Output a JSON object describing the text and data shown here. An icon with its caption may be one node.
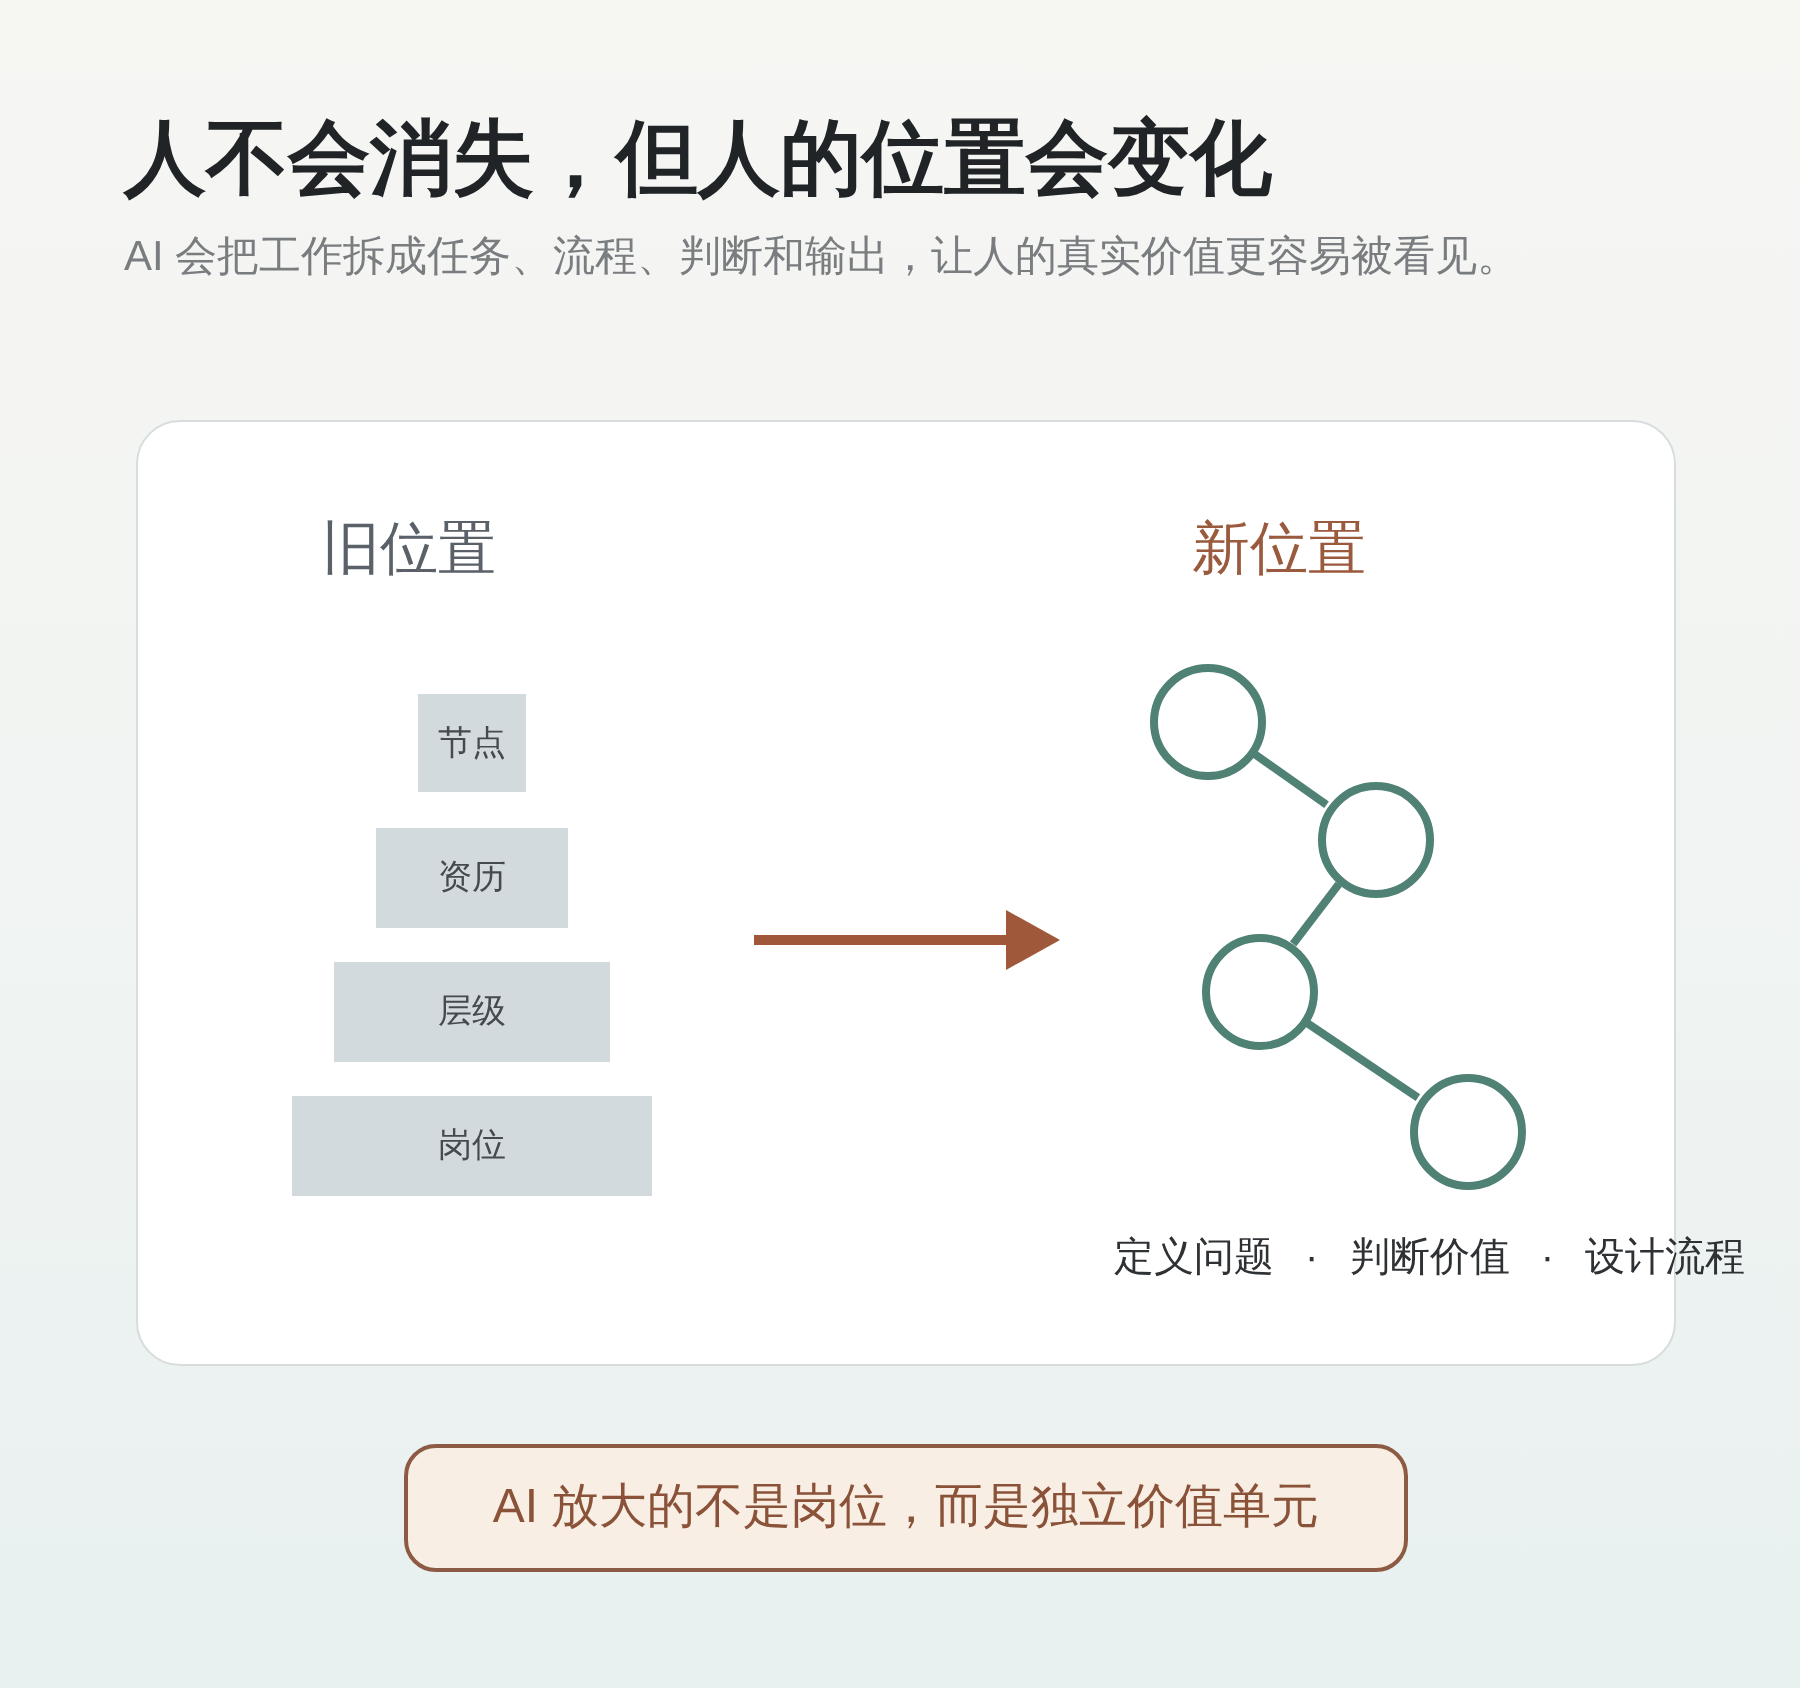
{
  "diagram": {
    "title": "人不会消失，但人的位置会变化",
    "nodes": [
      {
        "text": [
          "旧位置",
          "新位置"
        ]
      },
      {
        "text": [
          "节点"
        ],
        "in": 0
      },
      {
        "text": [
          "资历"
        ],
        "in": 0
      },
      {
        "text": [
          "层级"
        ],
        "in": 0
      },
      {
        "text": [
          "岗位"
        ],
        "in": 0
      },
      {
        "text": [],
        "shape": "circle",
        "in": 0
      },
      {
        "text": [],
        "shape": "circle",
        "in": 0
      },
      {
        "text": [],
        "shape": "circle",
        "in": 0
      },
      {
        "text": [],
        "shape": "circle",
        "in": 0
      },
      {
        "text": [
          "AI 放大的不是岗位，而是独立价值单元"
        ]
      }
    ],
    "edges": [
      {
        "from": 5,
        "to": 6,
        "arrow": "none"
      },
      {
        "from": 6,
        "to": 7,
        "arrow": "none"
      },
      {
        "from": 7,
        "to": 8,
        "arrow": "none"
      }
    ],
    "labels": [
      "AI 会把工作拆成任务、流程、判断和输出，让人的真实价值更容易被看见。",
      "定义问题 · 判断价值 · 设计流程"
    ]
  }
}
